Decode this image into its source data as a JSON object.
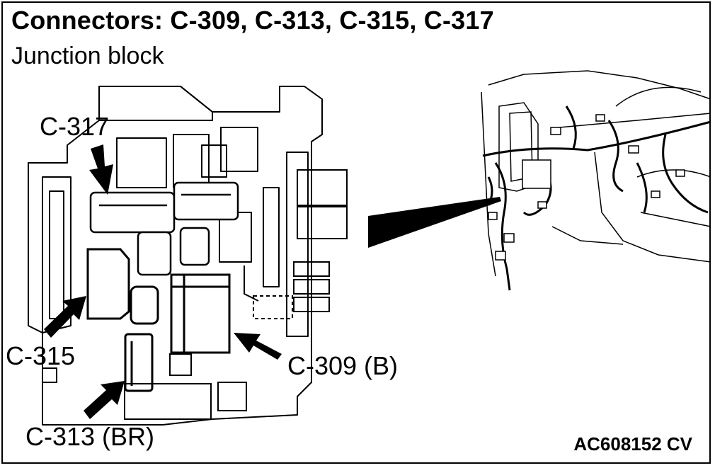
{
  "header": {
    "title": "Connectors: C-309, C-313, C-315, C-317",
    "subtitle": "Junction block"
  },
  "callouts": {
    "c317": "C-317",
    "c315": "C-315",
    "c309": "C-309 (B)",
    "c313": "C-313 (BR)"
  },
  "figure_code": "AC608152 CV"
}
